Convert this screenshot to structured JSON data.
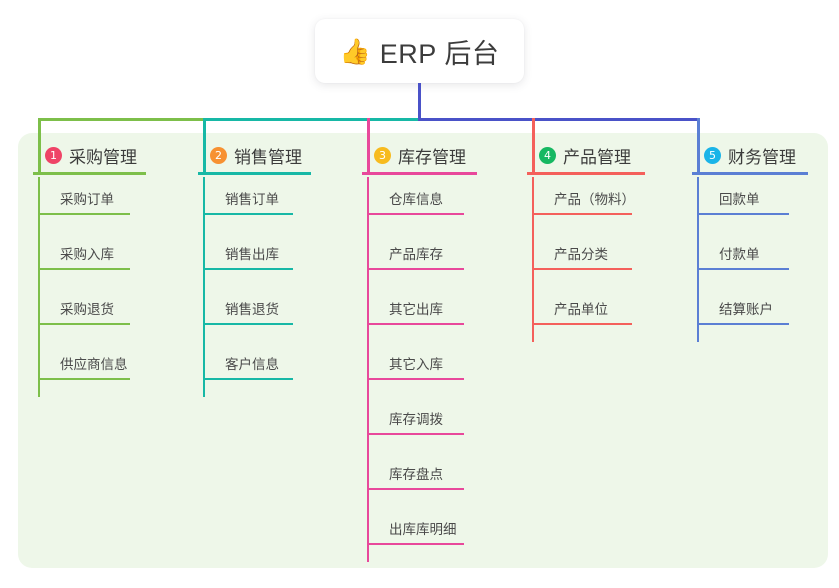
{
  "root": {
    "icon": "thumbs-up-icon",
    "emoji": "👍",
    "title": "ERP 后台"
  },
  "colors": {
    "panel_bg": "#eef7e9",
    "root_stem": "#4a52c8",
    "bus_left": "#7dbf4a",
    "bus_mid": "#17b8a6",
    "bus_right": "#4a52c8",
    "col1": "#7dbf4a",
    "col2": "#17b8a6",
    "col3": "#e8489b",
    "col4": "#f4605b",
    "col5": "#5b7fd4",
    "badge1": "#ef4467",
    "badge2": "#f79132",
    "badge3": "#f7bb1e",
    "badge4": "#16b862",
    "badge5": "#1ab4e8"
  },
  "columns": [
    {
      "index": "1",
      "badge_color": "#ef4467",
      "line_color": "#7dbf4a",
      "title": "采购管理",
      "leaves": [
        "采购订单",
        "采购入库",
        "采购退货",
        "供应商信息"
      ]
    },
    {
      "index": "2",
      "badge_color": "#f79132",
      "line_color": "#17b8a6",
      "title": "销售管理",
      "leaves": [
        "销售订单",
        "销售出库",
        "销售退货",
        "客户信息"
      ]
    },
    {
      "index": "3",
      "badge_color": "#f7bb1e",
      "line_color": "#e8489b",
      "title": "库存管理",
      "leaves": [
        "仓库信息",
        "产品库存",
        "其它出库",
        "其它入库",
        "库存调拨",
        "库存盘点",
        "出库库明细"
      ]
    },
    {
      "index": "4",
      "badge_color": "#16b862",
      "line_color": "#f4605b",
      "title": "产品管理",
      "leaves": [
        "产品（物料）",
        "产品分类",
        "产品单位"
      ]
    },
    {
      "index": "5",
      "badge_color": "#1ab4e8",
      "line_color": "#5b7fd4",
      "title": "财务管理",
      "leaves": [
        "回款单",
        "付款单",
        "结算账户"
      ]
    }
  ],
  "layout": {
    "column_x": [
      33,
      198,
      362,
      527,
      692
    ],
    "column_rule_width": [
      113,
      113,
      115,
      118,
      116
    ],
    "leaf_rule_width": [
      92,
      90,
      97,
      100,
      92
    ]
  }
}
